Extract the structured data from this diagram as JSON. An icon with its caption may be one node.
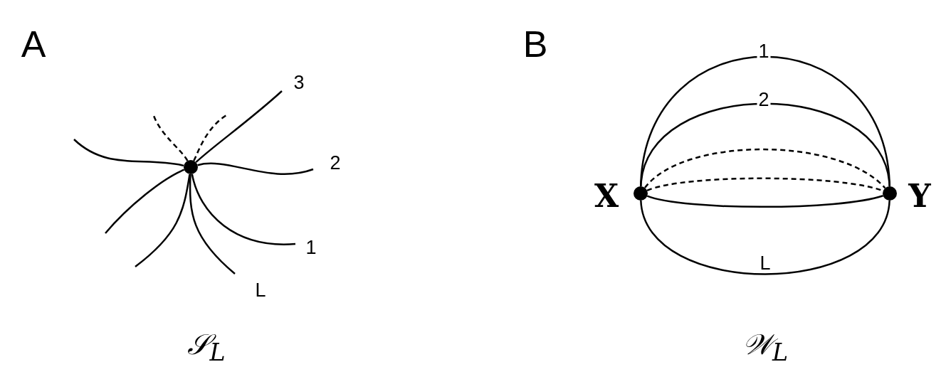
{
  "diagram": {
    "nodes": [
      {
        "text": [],
        "shape": "circle"
      },
      {
        "text": [],
        "shape": "circle",
        "beside": [
          "X"
        ]
      },
      {
        "text": [],
        "shape": "circle",
        "beside": [
          "Y"
        ]
      }
    ],
    "edges": [
      {
        "from": 0,
        "to": null,
        "arrow": "none",
        "style": "dashed"
      },
      {
        "from": 0,
        "to": null,
        "arrow": "none",
        "style": "dashed"
      },
      {
        "from": 0,
        "to": null,
        "arrow": "none"
      },
      {
        "from": 0,
        "to": null,
        "arrow": "none"
      },
      {
        "from": 0,
        "to": null,
        "arrow": "none"
      },
      {
        "from": 0,
        "to": null,
        "arrow": "none"
      },
      {
        "from": 0,
        "to": null,
        "arrow": "none"
      },
      {
        "from": 0,
        "to": null,
        "arrow": "none"
      },
      {
        "from": 0,
        "to": null,
        "arrow": "none"
      },
      {
        "from": 1,
        "to": 2,
        "arrow": "none",
        "label": "1"
      },
      {
        "from": 1,
        "to": 2,
        "arrow": "none",
        "label": "2"
      },
      {
        "from": 1,
        "to": 2,
        "arrow": "none",
        "style": "dashed"
      },
      {
        "from": 1,
        "to": 2,
        "arrow": "none",
        "style": "dashed"
      },
      {
        "from": 1,
        "to": 2,
        "arrow": "none"
      },
      {
        "from": 1,
        "to": 2,
        "arrow": "none",
        "label": "L"
      }
    ],
    "labels": [
      "A",
      "3",
      "2",
      "1",
      "L",
      "B",
      "𝒮$_{L}$",
      "𝒲$_{L}$"
    ]
  }
}
